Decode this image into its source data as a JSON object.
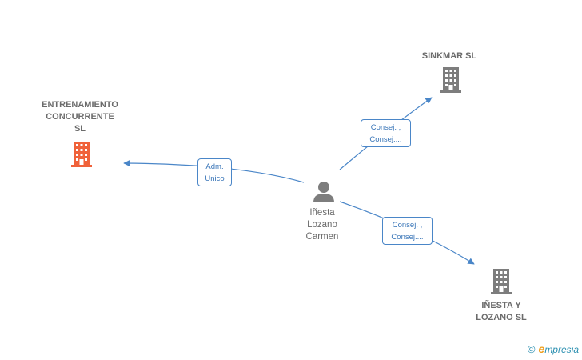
{
  "nodes": {
    "entrenamiento": {
      "label": "ENTRENAMIENTO\nCONCURRENTE\nSL",
      "color": "#f0623a"
    },
    "sinkmar": {
      "label": "SINKMAR SL",
      "color": "#7d7d7d"
    },
    "inesta_lozano": {
      "label": "IÑESTA Y\nLOZANO  SL",
      "color": "#7d7d7d"
    },
    "person": {
      "label": "Iñesta\nLozano\nCarmen",
      "color": "#7d7d7d"
    }
  },
  "edges": {
    "to_entrenamiento": {
      "label": "Adm.\nUnico"
    },
    "to_sinkmar": {
      "label": "Consej. ,\nConsej...."
    },
    "to_inesta": {
      "label": "Consej. ,\nConsej...."
    }
  },
  "colors": {
    "edge": "#4a86c8"
  },
  "brand": {
    "symbol": "©",
    "initial": "e",
    "rest": "mpresia"
  }
}
